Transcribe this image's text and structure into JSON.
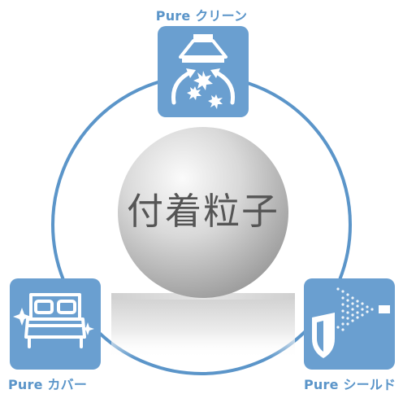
{
  "diagram": {
    "center_label": "付着粒子",
    "nodes": [
      {
        "id": "top",
        "label": "Pure クリーン",
        "icon": "clean-hood-icon"
      },
      {
        "id": "left",
        "label": "Pure カバー",
        "icon": "bed-cover-icon"
      },
      {
        "id": "right",
        "label": "Pure シールド",
        "icon": "spray-shield-icon"
      }
    ],
    "colors": {
      "accent": "#5b95c9",
      "icon_fill": "#6a9fd0",
      "sphere_light": "#f7f7f7",
      "sphere_dark": "#9b9b9b",
      "text_dark": "#555555"
    }
  }
}
